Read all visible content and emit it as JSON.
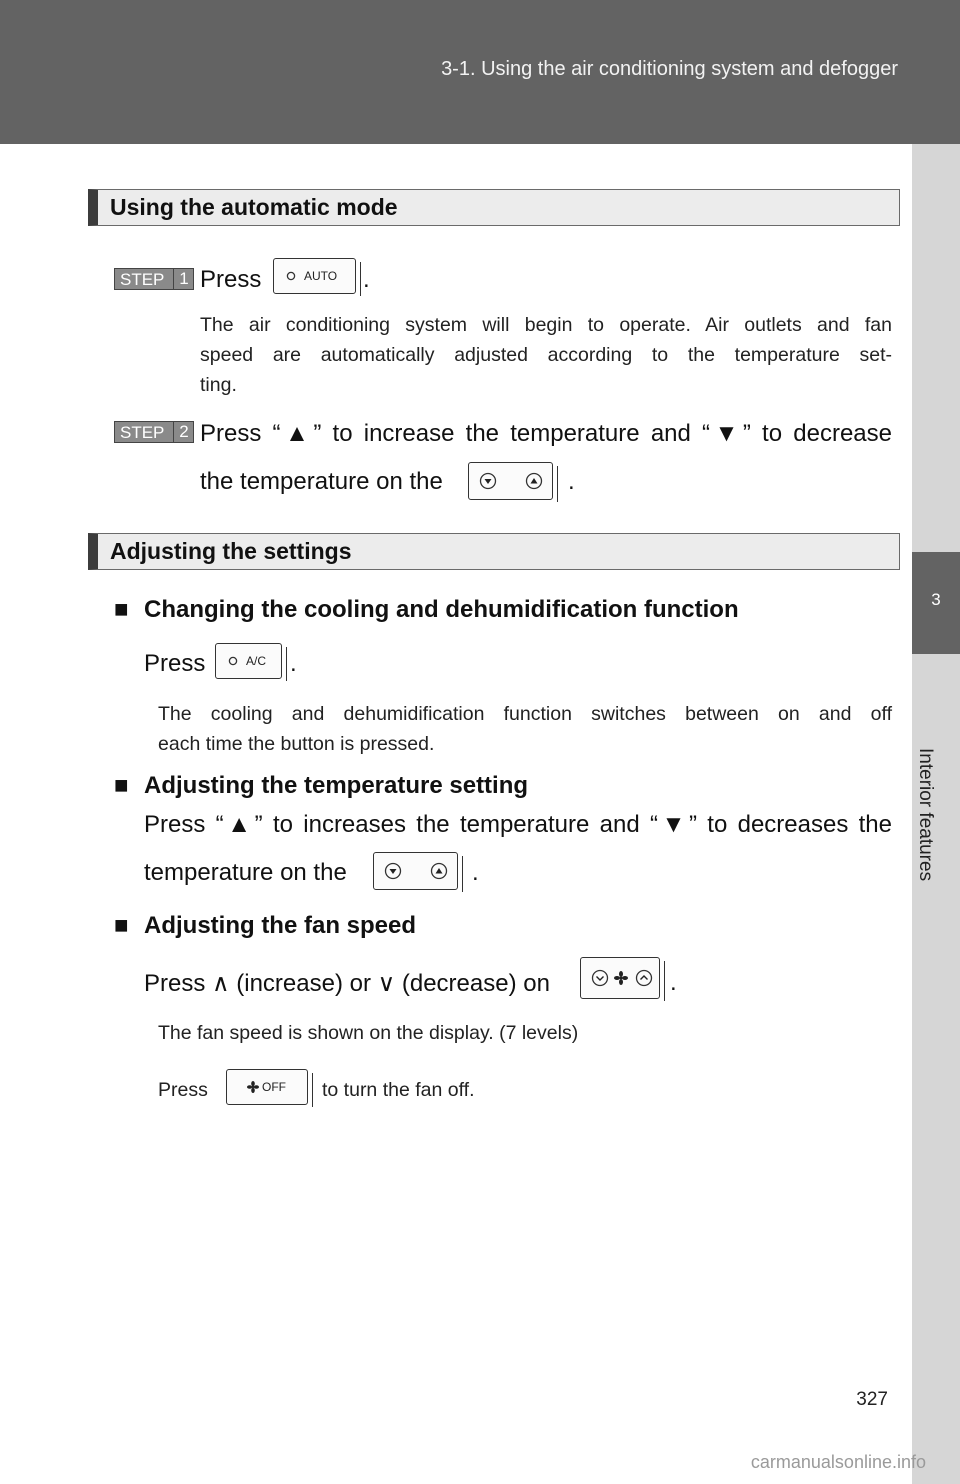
{
  "header": {
    "title": "3-1. Using the air conditioning system and defogger"
  },
  "side_tab": {
    "number": "3",
    "label": "Interior features"
  },
  "section_auto": {
    "heading": "Using the automatic mode",
    "step1": {
      "badge": "STEP",
      "badge_num": "1",
      "text_before": "Press",
      "text_after": ".",
      "button_label": "AUTO",
      "desc_line1": "The air conditioning system will begin to operate. Air outlets and fan",
      "desc_line2": "speed are automatically adjusted according to the temperature set-",
      "desc_line3": "ting."
    },
    "step2": {
      "badge": "STEP",
      "badge_num": "2",
      "line1": "Press “▲” to increase the temperature and “▼” to decrease",
      "line2_before": "the temperature on the",
      "line2_after": "."
    }
  },
  "section_settings": {
    "heading": "Adjusting the settings",
    "cooling": {
      "title": "Changing the cooling and dehumidification function",
      "press": "Press",
      "after": ".",
      "button_label": "A/C",
      "desc_line1": "The cooling and dehumidification function switches between on and off",
      "desc_line2": "each time the button is pressed."
    },
    "temperature": {
      "title": "Adjusting the temperature setting",
      "line1": "Press “▲” to increases the temperature and “▼” to decreases the",
      "line2_before": "temperature on the",
      "line2_after": "."
    },
    "fan": {
      "title": "Adjusting the fan speed",
      "line1_before": "Press ∧ (increase) or ∨ (decrease) on",
      "line1_after": ".",
      "desc": "The fan speed is shown on the display. (7 levels)",
      "off_before": "Press",
      "off_after": "to turn the fan off.",
      "off_button_label": "OFF"
    }
  },
  "footer": {
    "page_number": "327",
    "watermark": "carmanualsonline.info"
  }
}
